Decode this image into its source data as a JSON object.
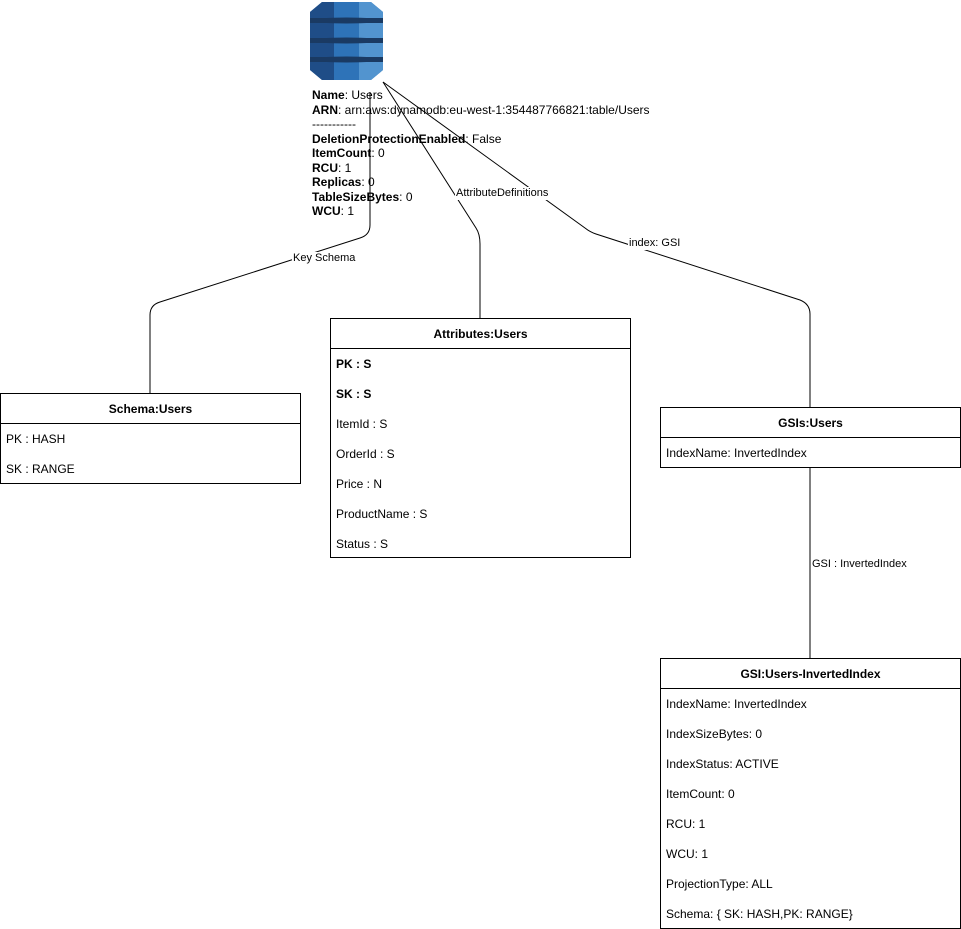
{
  "table": {
    "icon": "dynamodb-table-icon",
    "props": [
      {
        "key": "Name",
        "sep": ": ",
        "value": "Users"
      },
      {
        "key": "ARN",
        "sep": ": ",
        "value": "arn:aws:dynamodb:eu-west-1:354487766821:table/Users"
      },
      {
        "key": "",
        "sep": "",
        "value": "-----------"
      },
      {
        "key": "DeletionProtectionEnabled",
        "sep": ": ",
        "value": "False"
      },
      {
        "key": "ItemCount",
        "sep": ": ",
        "value": "0"
      },
      {
        "key": "RCU",
        "sep": ": ",
        "value": "1"
      },
      {
        "key": "Replicas",
        "sep": ": ",
        "value": "0"
      },
      {
        "key": "TableSizeBytes",
        "sep": ": ",
        "value": "0"
      },
      {
        "key": "WCU",
        "sep": ": ",
        "value": "1"
      }
    ]
  },
  "edges": {
    "key_schema": "Key Schema",
    "attribute_definitions": "AttributeDefinitions",
    "index_gsi": "index: GSI",
    "gsi_inverted": "GSI : InvertedIndex"
  },
  "schema": {
    "title": "Schema:Users",
    "items": [
      {
        "text": "PK : HASH",
        "bold": false
      },
      {
        "text": "SK : RANGE",
        "bold": false
      }
    ]
  },
  "attributes": {
    "title": "Attributes:Users",
    "items": [
      {
        "text": "PK : S",
        "bold": true
      },
      {
        "text": "SK : S",
        "bold": true
      },
      {
        "text": "ItemId : S",
        "bold": false
      },
      {
        "text": "OrderId : S",
        "bold": false
      },
      {
        "text": "Price : N",
        "bold": false
      },
      {
        "text": "ProductName : S",
        "bold": false
      },
      {
        "text": "Status : S",
        "bold": false
      }
    ]
  },
  "gsis": {
    "title": "GSIs:Users",
    "items": [
      {
        "text": "IndexName: InvertedIndex",
        "bold": false
      }
    ]
  },
  "gsi": {
    "title": "GSI:Users-InvertedIndex",
    "items": [
      {
        "text": "IndexName: InvertedIndex",
        "bold": false
      },
      {
        "text": "IndexSizeBytes: 0",
        "bold": false
      },
      {
        "text": "IndexStatus: ACTIVE",
        "bold": false
      },
      {
        "text": "ItemCount: 0",
        "bold": false
      },
      {
        "text": "RCU: 1",
        "bold": false
      },
      {
        "text": "WCU: 1",
        "bold": false
      },
      {
        "text": "ProjectionType: ALL",
        "bold": false
      },
      {
        "text": "Schema: { SK: HASH,PK: RANGE}",
        "bold": false
      }
    ]
  },
  "colors": {
    "icon_dark": "#1f4d87",
    "icon_mid": "#2e73b8",
    "icon_light": "#5294cf",
    "icon_band": "#1a3a63"
  }
}
